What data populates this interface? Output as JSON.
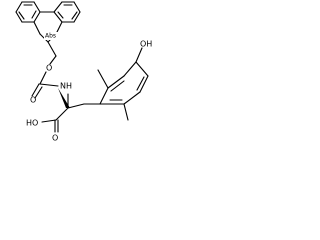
{
  "structure": {
    "atom_labels": {
      "abs_stereo": "Abs",
      "oxygen_carbamate_ether": "O",
      "oxygen_carbonyl": "O",
      "nitrogen": "N",
      "hydrogen_on_n": "H",
      "acid_hydroxyl": "HO",
      "acid_carbonyl_oxygen": "O",
      "phenol_hydroxyl": "OH"
    }
  }
}
